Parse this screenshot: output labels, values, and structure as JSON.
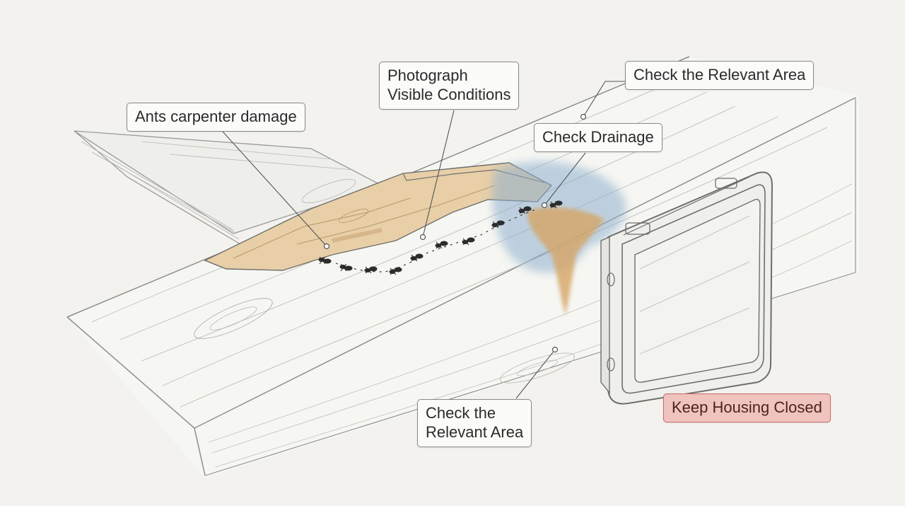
{
  "labels": {
    "ants": "Ants carpenter damage",
    "photograph_line1": "Photograph",
    "photograph_line2": "Visible Conditions",
    "relevant_top": "Check the Relevant Area",
    "drainage": "Check Drainage",
    "relevant_bottom_line1": "Check the",
    "relevant_bottom_line2": "Relevant Area",
    "keep_closed": "Keep Housing Closed"
  },
  "colors": {
    "paper": "#f3f2ee",
    "pencil": "#8e8e8a",
    "water_stain": "#8fb0cf",
    "rust_stain": "#d6a565",
    "wood_exposed": "#e8cfa8",
    "warning_fill": "#f1c3bf",
    "warning_border": "#c86a64"
  },
  "icons": {
    "ant": "ant-icon",
    "housing": "housing-box-icon"
  }
}
